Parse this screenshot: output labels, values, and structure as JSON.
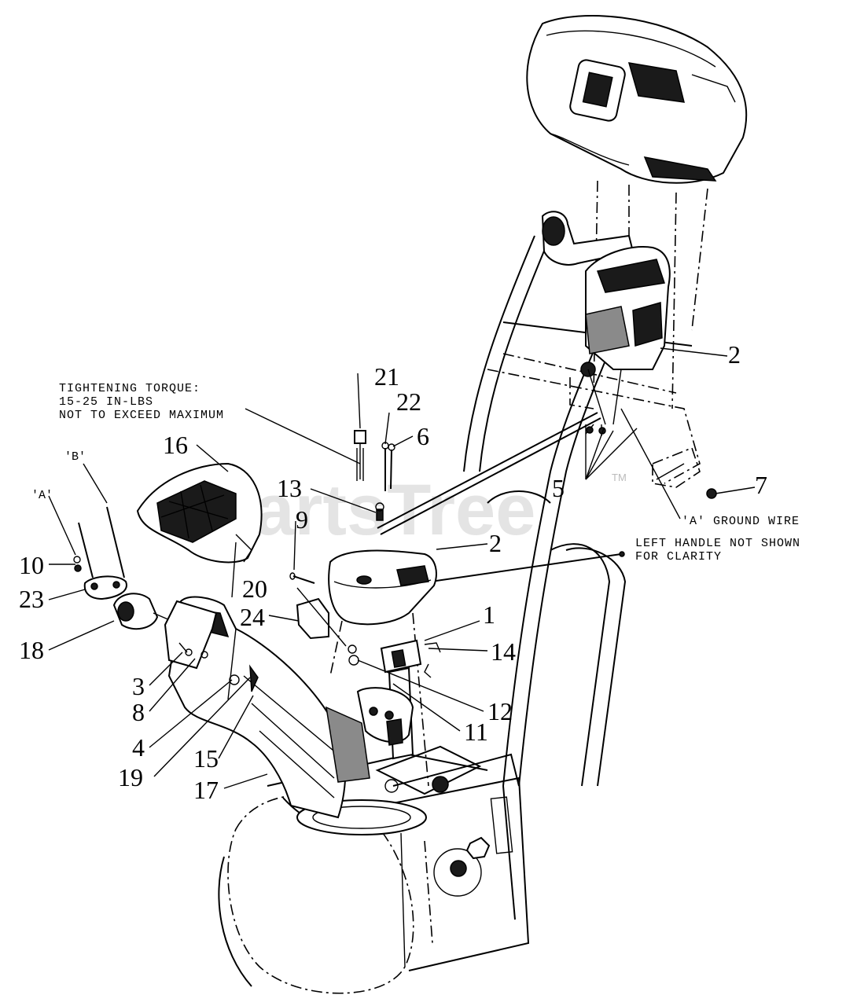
{
  "watermark": {
    "text": "PartsTree",
    "tm": "TM"
  },
  "notes": {
    "torque_line1": "TIGHTENING TORQUE:",
    "torque_line2": "15-25 IN-LBS",
    "torque_line3": "NOT TO EXCEED MAXIMUM",
    "ground_wire": "'A' GROUND WIRE",
    "left_handle_line1": "LEFT HANDLE NOT SHOWN",
    "left_handle_line2": "FOR CLARITY"
  },
  "tags": {
    "a_left": "'A'",
    "b_left": "'B'"
  },
  "callouts": {
    "c1": "1",
    "c2a": "2",
    "c2b": "2",
    "c3": "3",
    "c4": "4",
    "c5": "5",
    "c6": "6",
    "c7": "7",
    "c8": "8",
    "c9": "9",
    "c10": "10",
    "c11": "11",
    "c12": "12",
    "c13": "13",
    "c14": "14",
    "c15": "15",
    "c16": "16",
    "c17": "17",
    "c18": "18",
    "c19": "19",
    "c20": "20",
    "c21": "21",
    "c22": "22",
    "c23": "23",
    "c24": "24"
  }
}
